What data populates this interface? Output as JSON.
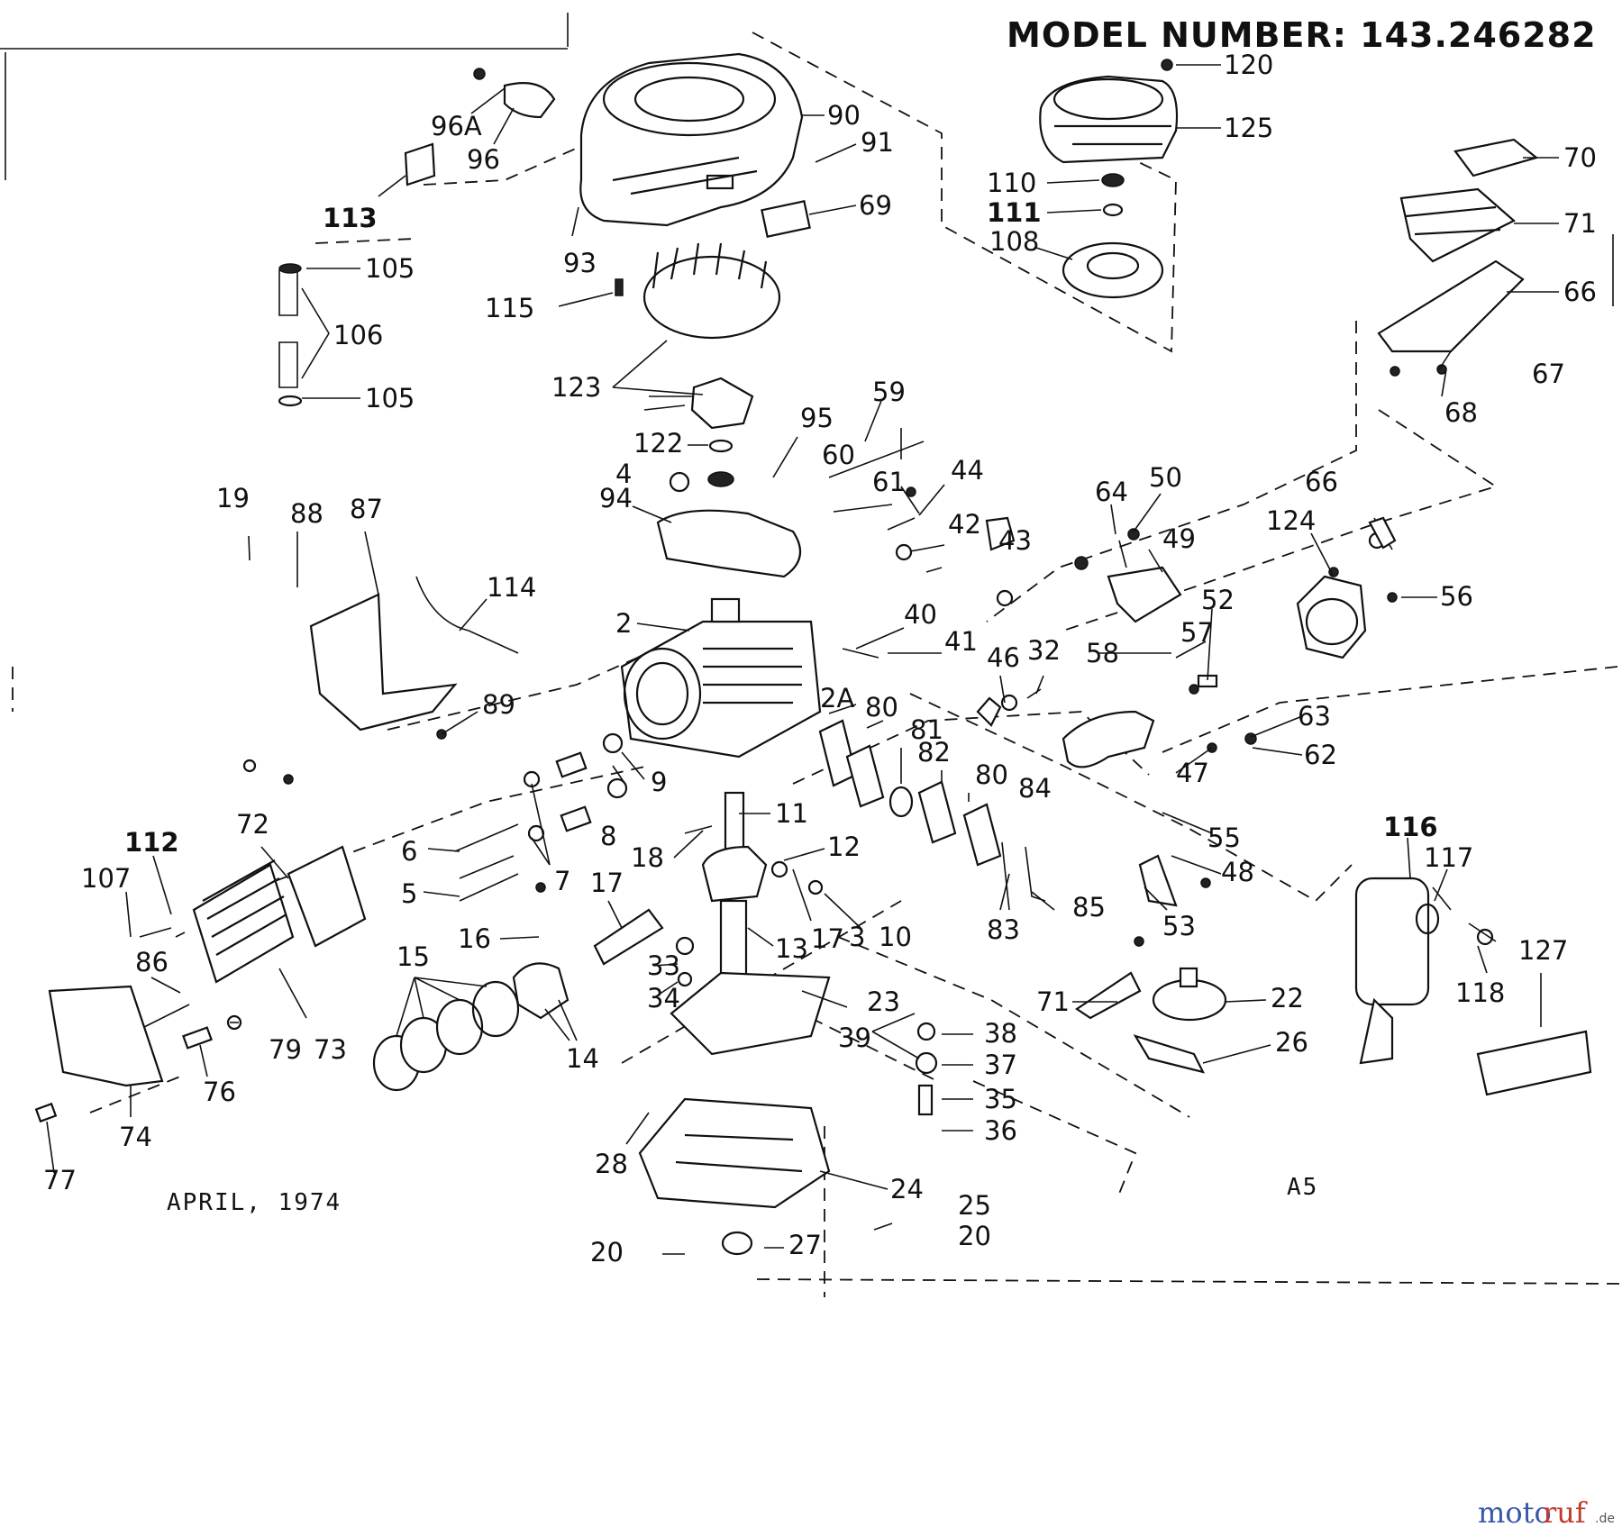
{
  "header": {
    "model_number": "MODEL NUMBER: 143.246282"
  },
  "footer": {
    "date": "APRIL, 1974",
    "code": "A5"
  },
  "watermark": {
    "brand_a": "moto",
    "brand_b": "ruf",
    "suffix": ".de"
  },
  "callouts": [
    {
      "id": "c-96A",
      "text": "96A"
    },
    {
      "id": "c-96",
      "text": "96"
    },
    {
      "id": "c-90",
      "text": "90"
    },
    {
      "id": "c-91",
      "text": "91"
    },
    {
      "id": "c-113",
      "text": "113"
    },
    {
      "id": "c-69a",
      "text": "69"
    },
    {
      "id": "c-93",
      "text": "93"
    },
    {
      "id": "c-105a",
      "text": "105"
    },
    {
      "id": "c-106",
      "text": "106"
    },
    {
      "id": "c-105b",
      "text": "105"
    },
    {
      "id": "c-115",
      "text": "115"
    },
    {
      "id": "c-123",
      "text": "123"
    },
    {
      "id": "c-122",
      "text": "122"
    },
    {
      "id": "c-120",
      "text": "120"
    },
    {
      "id": "c-125",
      "text": "125"
    },
    {
      "id": "c-110",
      "text": "110"
    },
    {
      "id": "c-111",
      "text": "111"
    },
    {
      "id": "c-108",
      "text": "108"
    },
    {
      "id": "c-70",
      "text": "70"
    },
    {
      "id": "c-71a",
      "text": "71"
    },
    {
      "id": "c-66",
      "text": "66"
    },
    {
      "id": "c-67",
      "text": "67"
    },
    {
      "id": "c-68",
      "text": "68"
    },
    {
      "id": "c-95",
      "text": "95"
    },
    {
      "id": "c-59",
      "text": "59"
    },
    {
      "id": "c-60",
      "text": "60"
    },
    {
      "id": "c-61",
      "text": "61"
    },
    {
      "id": "c-44",
      "text": "44"
    },
    {
      "id": "c-42",
      "text": "42"
    },
    {
      "id": "c-43",
      "text": "43"
    },
    {
      "id": "c-4",
      "text": "4"
    },
    {
      "id": "c-94",
      "text": "94"
    },
    {
      "id": "c-64",
      "text": "64"
    },
    {
      "id": "c-50",
      "text": "50"
    },
    {
      "id": "c-49",
      "text": "49"
    },
    {
      "id": "c-66b",
      "text": "66"
    },
    {
      "id": "c-124",
      "text": "124"
    },
    {
      "id": "c-56",
      "text": "56"
    },
    {
      "id": "c-52",
      "text": "52"
    },
    {
      "id": "c-57",
      "text": "57"
    },
    {
      "id": "c-58",
      "text": "58"
    },
    {
      "id": "c-19",
      "text": "19"
    },
    {
      "id": "c-88",
      "text": "88"
    },
    {
      "id": "c-87",
      "text": "87"
    },
    {
      "id": "c-114",
      "text": "114"
    },
    {
      "id": "c-89",
      "text": "89"
    },
    {
      "id": "c-2",
      "text": "2"
    },
    {
      "id": "c-40",
      "text": "40"
    },
    {
      "id": "c-41",
      "text": "41"
    },
    {
      "id": "c-46",
      "text": "46"
    },
    {
      "id": "c-32",
      "text": "32"
    },
    {
      "id": "c-2A",
      "text": "2A"
    },
    {
      "id": "c-80a",
      "text": "80"
    },
    {
      "id": "c-81",
      "text": "81"
    },
    {
      "id": "c-82",
      "text": "82"
    },
    {
      "id": "c-80b",
      "text": "80"
    },
    {
      "id": "c-84",
      "text": "84"
    },
    {
      "id": "c-63a",
      "text": "63"
    },
    {
      "id": "c-62",
      "text": "62"
    },
    {
      "id": "c-47",
      "text": "47"
    },
    {
      "id": "c-55",
      "text": "55"
    },
    {
      "id": "c-48",
      "text": "48"
    },
    {
      "id": "c-53",
      "text": "53"
    },
    {
      "id": "c-83",
      "text": "83"
    },
    {
      "id": "c-85",
      "text": "85"
    },
    {
      "id": "c-9",
      "text": "9"
    },
    {
      "id": "c-8",
      "text": "8"
    },
    {
      "id": "c-6",
      "text": "6"
    },
    {
      "id": "c-7",
      "text": "7"
    },
    {
      "id": "c-5",
      "text": "5"
    },
    {
      "id": "c-11",
      "text": "11"
    },
    {
      "id": "c-18",
      "text": "18"
    },
    {
      "id": "c-12",
      "text": "12"
    },
    {
      "id": "c-17a",
      "text": "17"
    },
    {
      "id": "c-17b",
      "text": "17"
    },
    {
      "id": "c-3",
      "text": "3"
    },
    {
      "id": "c-10",
      "text": "10"
    },
    {
      "id": "c-13",
      "text": "13"
    },
    {
      "id": "c-16",
      "text": "16"
    },
    {
      "id": "c-15",
      "text": "15"
    },
    {
      "id": "c-14",
      "text": "14"
    },
    {
      "id": "c-33",
      "text": "33"
    },
    {
      "id": "c-34",
      "text": "34"
    },
    {
      "id": "c-72",
      "text": "72"
    },
    {
      "id": "c-112",
      "text": "112"
    },
    {
      "id": "c-107",
      "text": "107"
    },
    {
      "id": "c-86",
      "text": "86"
    },
    {
      "id": "c-79",
      "text": "79"
    },
    {
      "id": "c-73",
      "text": "73"
    },
    {
      "id": "c-76",
      "text": "76"
    },
    {
      "id": "c-74",
      "text": "74"
    },
    {
      "id": "c-77",
      "text": "77"
    },
    {
      "id": "c-23",
      "text": "23"
    },
    {
      "id": "c-39",
      "text": "39"
    },
    {
      "id": "c-38",
      "text": "38"
    },
    {
      "id": "c-37",
      "text": "37"
    },
    {
      "id": "c-35",
      "text": "35"
    },
    {
      "id": "c-36",
      "text": "36"
    },
    {
      "id": "c-71b",
      "text": "71"
    },
    {
      "id": "c-22",
      "text": "22"
    },
    {
      "id": "c-26",
      "text": "26"
    },
    {
      "id": "c-116",
      "text": "116"
    },
    {
      "id": "c-117",
      "text": "117"
    },
    {
      "id": "c-118",
      "text": "118"
    },
    {
      "id": "c-127",
      "text": "127"
    },
    {
      "id": "c-28",
      "text": "28"
    },
    {
      "id": "c-24",
      "text": "24"
    },
    {
      "id": "c-25",
      "text": "25"
    },
    {
      "id": "c-20a",
      "text": "20"
    },
    {
      "id": "c-20b",
      "text": "20"
    },
    {
      "id": "c-27",
      "text": "27"
    }
  ]
}
